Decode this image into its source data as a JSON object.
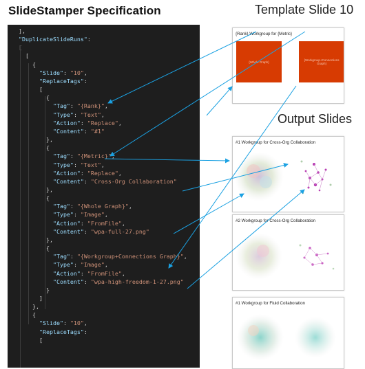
{
  "titles": {
    "left": "SlideStamper Specification",
    "template": "Template Slide 10",
    "output": "Output Slides"
  },
  "code_lines": [
    [
      {
        "t": "  ],",
        "c": "p"
      }
    ],
    [
      {
        "t": "  ",
        "c": "p"
      },
      {
        "t": "\"DuplicateSlideRuns\"",
        "c": "k"
      },
      {
        "t": ":",
        "c": "p"
      }
    ],
    [
      {
        "t": "  [",
        "c": "p"
      }
    ],
    [
      {
        "t": "    [",
        "c": "p"
      }
    ],
    [
      {
        "t": "      {",
        "c": "p"
      }
    ],
    [
      {
        "t": "        ",
        "c": "p"
      },
      {
        "t": "\"Slide\"",
        "c": "k"
      },
      {
        "t": ": ",
        "c": "p"
      },
      {
        "t": "\"10\"",
        "c": "s"
      },
      {
        "t": ",",
        "c": "p"
      }
    ],
    [
      {
        "t": "        ",
        "c": "p"
      },
      {
        "t": "\"ReplaceTags\"",
        "c": "k"
      },
      {
        "t": ":",
        "c": "p"
      }
    ],
    [
      {
        "t": "        [",
        "c": "p"
      }
    ],
    [
      {
        "t": "          {",
        "c": "p"
      }
    ],
    [
      {
        "t": "            ",
        "c": "p"
      },
      {
        "t": "\"Tag\"",
        "c": "k"
      },
      {
        "t": ": ",
        "c": "p"
      },
      {
        "t": "\"{Rank}\"",
        "c": "s"
      },
      {
        "t": ",",
        "c": "p"
      }
    ],
    [
      {
        "t": "            ",
        "c": "p"
      },
      {
        "t": "\"Type\"",
        "c": "k"
      },
      {
        "t": ": ",
        "c": "p"
      },
      {
        "t": "\"Text\"",
        "c": "s"
      },
      {
        "t": ",",
        "c": "p"
      }
    ],
    [
      {
        "t": "            ",
        "c": "p"
      },
      {
        "t": "\"Action\"",
        "c": "k"
      },
      {
        "t": ": ",
        "c": "p"
      },
      {
        "t": "\"Replace\"",
        "c": "s"
      },
      {
        "t": ",",
        "c": "p"
      }
    ],
    [
      {
        "t": "            ",
        "c": "p"
      },
      {
        "t": "\"Content\"",
        "c": "k"
      },
      {
        "t": ": ",
        "c": "p"
      },
      {
        "t": "\"#1\"",
        "c": "s"
      }
    ],
    [
      {
        "t": "          },",
        "c": "p"
      }
    ],
    [
      {
        "t": "          {",
        "c": "p"
      }
    ],
    [
      {
        "t": "            ",
        "c": "p"
      },
      {
        "t": "\"Tag\"",
        "c": "k"
      },
      {
        "t": ": ",
        "c": "p"
      },
      {
        "t": "\"{Metric}\"",
        "c": "s"
      },
      {
        "t": ",",
        "c": "p"
      }
    ],
    [
      {
        "t": "            ",
        "c": "p"
      },
      {
        "t": "\"Type\"",
        "c": "k"
      },
      {
        "t": ": ",
        "c": "p"
      },
      {
        "t": "\"Text\"",
        "c": "s"
      },
      {
        "t": ",",
        "c": "p"
      }
    ],
    [
      {
        "t": "            ",
        "c": "p"
      },
      {
        "t": "\"Action\"",
        "c": "k"
      },
      {
        "t": ": ",
        "c": "p"
      },
      {
        "t": "\"Replace\"",
        "c": "s"
      },
      {
        "t": ",",
        "c": "p"
      }
    ],
    [
      {
        "t": "            ",
        "c": "p"
      },
      {
        "t": "\"Content\"",
        "c": "k"
      },
      {
        "t": ": ",
        "c": "p"
      },
      {
        "t": "\"Cross-Org Collaboration\"",
        "c": "s"
      }
    ],
    [
      {
        "t": "          },",
        "c": "p"
      }
    ],
    [
      {
        "t": "          {",
        "c": "p"
      }
    ],
    [
      {
        "t": "            ",
        "c": "p"
      },
      {
        "t": "\"Tag\"",
        "c": "k"
      },
      {
        "t": ": ",
        "c": "p"
      },
      {
        "t": "\"{Whole Graph}\"",
        "c": "s"
      },
      {
        "t": ",",
        "c": "p"
      }
    ],
    [
      {
        "t": "            ",
        "c": "p"
      },
      {
        "t": "\"Type\"",
        "c": "k"
      },
      {
        "t": ": ",
        "c": "p"
      },
      {
        "t": "\"Image\"",
        "c": "s"
      },
      {
        "t": ",",
        "c": "p"
      }
    ],
    [
      {
        "t": "            ",
        "c": "p"
      },
      {
        "t": "\"Action\"",
        "c": "k"
      },
      {
        "t": ": ",
        "c": "p"
      },
      {
        "t": "\"FromFile\"",
        "c": "s"
      },
      {
        "t": ",",
        "c": "p"
      }
    ],
    [
      {
        "t": "            ",
        "c": "p"
      },
      {
        "t": "\"Content\"",
        "c": "k"
      },
      {
        "t": ": ",
        "c": "p"
      },
      {
        "t": "\"wpa-full-27.png\"",
        "c": "s"
      }
    ],
    [
      {
        "t": "          },",
        "c": "p"
      }
    ],
    [
      {
        "t": "          {",
        "c": "p"
      }
    ],
    [
      {
        "t": "            ",
        "c": "p"
      },
      {
        "t": "\"Tag\"",
        "c": "k"
      },
      {
        "t": ": ",
        "c": "p"
      },
      {
        "t": "\"{Workgroup+Connections Graph}\"",
        "c": "s"
      },
      {
        "t": ",",
        "c": "p"
      }
    ],
    [
      {
        "t": "            ",
        "c": "p"
      },
      {
        "t": "\"Type\"",
        "c": "k"
      },
      {
        "t": ": ",
        "c": "p"
      },
      {
        "t": "\"Image\"",
        "c": "s"
      },
      {
        "t": ",",
        "c": "p"
      }
    ],
    [
      {
        "t": "            ",
        "c": "p"
      },
      {
        "t": "\"Action\"",
        "c": "k"
      },
      {
        "t": ": ",
        "c": "p"
      },
      {
        "t": "\"FromFile\"",
        "c": "s"
      },
      {
        "t": ",",
        "c": "p"
      }
    ],
    [
      {
        "t": "            ",
        "c": "p"
      },
      {
        "t": "\"Content\"",
        "c": "k"
      },
      {
        "t": ": ",
        "c": "p"
      },
      {
        "t": "\"wpa-high-freedom-1-27.png\"",
        "c": "s"
      }
    ],
    [
      {
        "t": "          }",
        "c": "p"
      }
    ],
    [
      {
        "t": "        ]",
        "c": "p"
      }
    ],
    [
      {
        "t": "      },",
        "c": "p"
      }
    ],
    [
      {
        "t": "      {",
        "c": "p"
      }
    ],
    [
      {
        "t": "        ",
        "c": "p"
      },
      {
        "t": "\"Slide\"",
        "c": "k"
      },
      {
        "t": ": ",
        "c": "p"
      },
      {
        "t": "\"10\"",
        "c": "s"
      },
      {
        "t": ",",
        "c": "p"
      }
    ],
    [
      {
        "t": "        ",
        "c": "p"
      },
      {
        "t": "\"ReplaceTags\"",
        "c": "k"
      },
      {
        "t": ":",
        "c": "p"
      }
    ],
    [
      {
        "t": "        [",
        "c": "p"
      }
    ]
  ],
  "template_slide": {
    "title": "{Rank} Workgroup for {Metric}",
    "left_placeholder": "{Whole Graph}",
    "right_placeholder": "{Workgroup+Connections Graph}"
  },
  "output_slides": [
    {
      "title": "#1 Workgroup for Cross-Org Collaboration"
    },
    {
      "title": "#2 Workgroup for Cross-Org Collaboration"
    },
    {
      "title": "#1 Workgroup for Fluid Collaboration"
    }
  ],
  "colors": {
    "code_bg": "#1e1e1e",
    "json_key": "#9cdcfe",
    "json_string": "#ce9178",
    "placeholder": "#d73b02",
    "arrow": "#1ba1e2"
  }
}
